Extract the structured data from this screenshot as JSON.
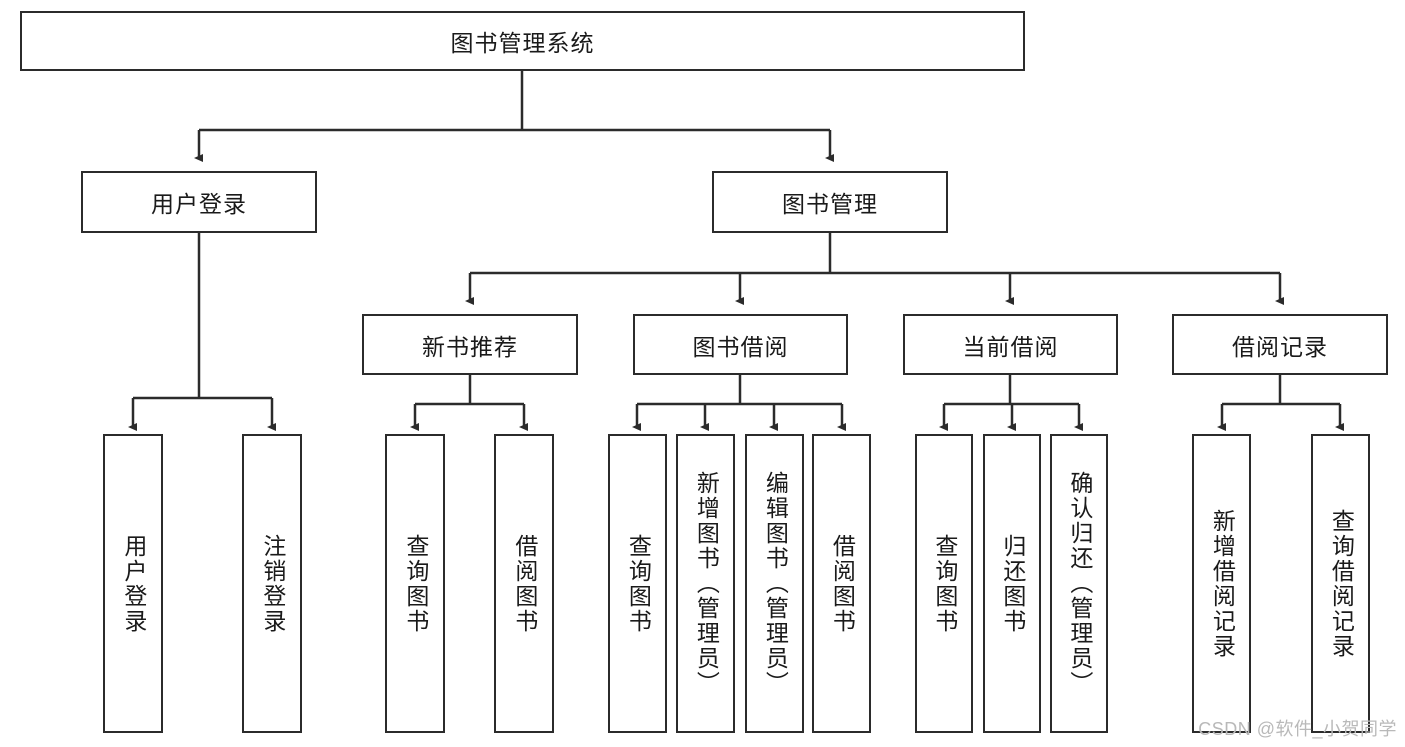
{
  "diagram": {
    "title": "图书管理系统",
    "watermark": "CSDN @软件_小贺同学",
    "colors": {
      "stroke": "#2b2b2b",
      "fill": "#ffffff",
      "watermark": "#b9b9b9"
    },
    "root": {
      "label": "图书管理系统"
    },
    "level2": [
      {
        "label": "用户登录"
      },
      {
        "label": "图书管理"
      }
    ],
    "level3": [
      {
        "label": "新书推荐"
      },
      {
        "label": "图书借阅"
      },
      {
        "label": "当前借阅"
      },
      {
        "label": "借阅记录"
      }
    ],
    "leaves": {
      "user_login": [
        {
          "label": "用户登录"
        },
        {
          "label": "注销登录"
        }
      ],
      "new_book_recommend": [
        {
          "label": "查询图书"
        },
        {
          "label": "借阅图书"
        }
      ],
      "book_borrow": [
        {
          "label": "查询图书"
        },
        {
          "label": "新增图书（管理员）"
        },
        {
          "label": "编辑图书（管理员）"
        },
        {
          "label": "借阅图书"
        }
      ],
      "current_borrow": [
        {
          "label": "查询图书"
        },
        {
          "label": "归还图书"
        },
        {
          "label": "确认归还（管理员）"
        }
      ],
      "borrow_record": [
        {
          "label": "新增借阅记录"
        },
        {
          "label": "查询借阅记录"
        }
      ]
    }
  }
}
